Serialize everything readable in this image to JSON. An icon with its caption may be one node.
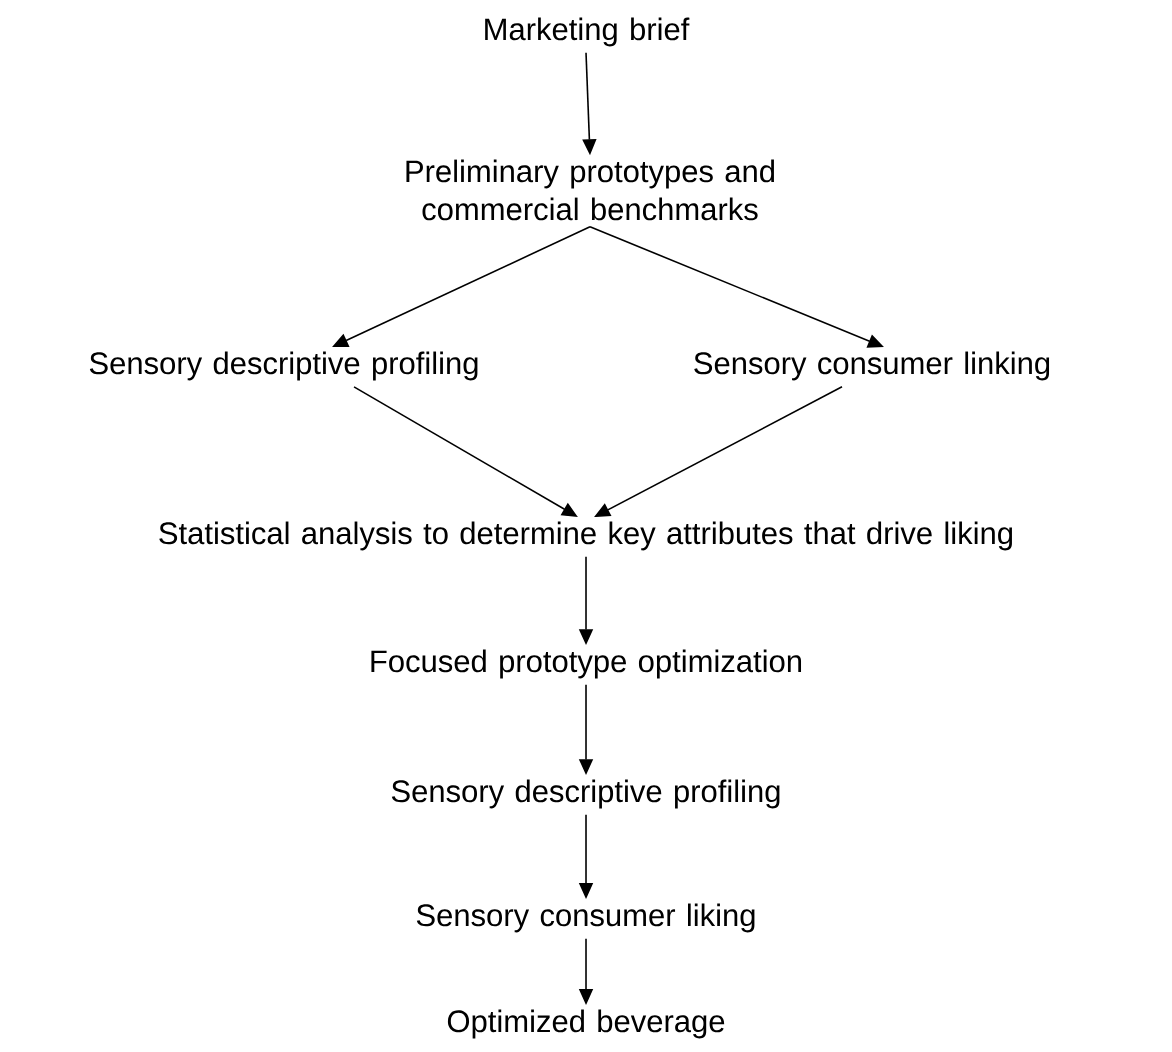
{
  "diagram": {
    "nodes": [
      {
        "text": [
          "Marketing brief"
        ]
      },
      {
        "text": [
          "Preliminary prototypes and commercial benchmarks"
        ]
      },
      {
        "text": [
          "Sensory descriptive profiling"
        ]
      },
      {
        "text": [
          "Sensory consumer linking"
        ]
      },
      {
        "text": [
          "Statistical analysis to determine key attributes that drive liking"
        ]
      },
      {
        "text": [
          "Focused prototype optimization"
        ]
      },
      {
        "text": [
          "Sensory descriptive profiling"
        ]
      },
      {
        "text": [
          "Sensory consumer liking"
        ]
      },
      {
        "text": [
          "Optimized beverage"
        ]
      }
    ],
    "edges": [
      {
        "from": 0,
        "to": 1,
        "arrow": "to"
      },
      {
        "from": 1,
        "to": 2,
        "arrow": "to"
      },
      {
        "from": 1,
        "to": 3,
        "arrow": "to"
      },
      {
        "from": 2,
        "to": 4,
        "arrow": "to"
      },
      {
        "from": 3,
        "to": 4,
        "arrow": "to"
      },
      {
        "from": 4,
        "to": 5,
        "arrow": "to"
      },
      {
        "from": 5,
        "to": 6,
        "arrow": "to"
      },
      {
        "from": 6,
        "to": 7,
        "arrow": "to"
      },
      {
        "from": 7,
        "to": 8,
        "arrow": "to"
      }
    ]
  }
}
